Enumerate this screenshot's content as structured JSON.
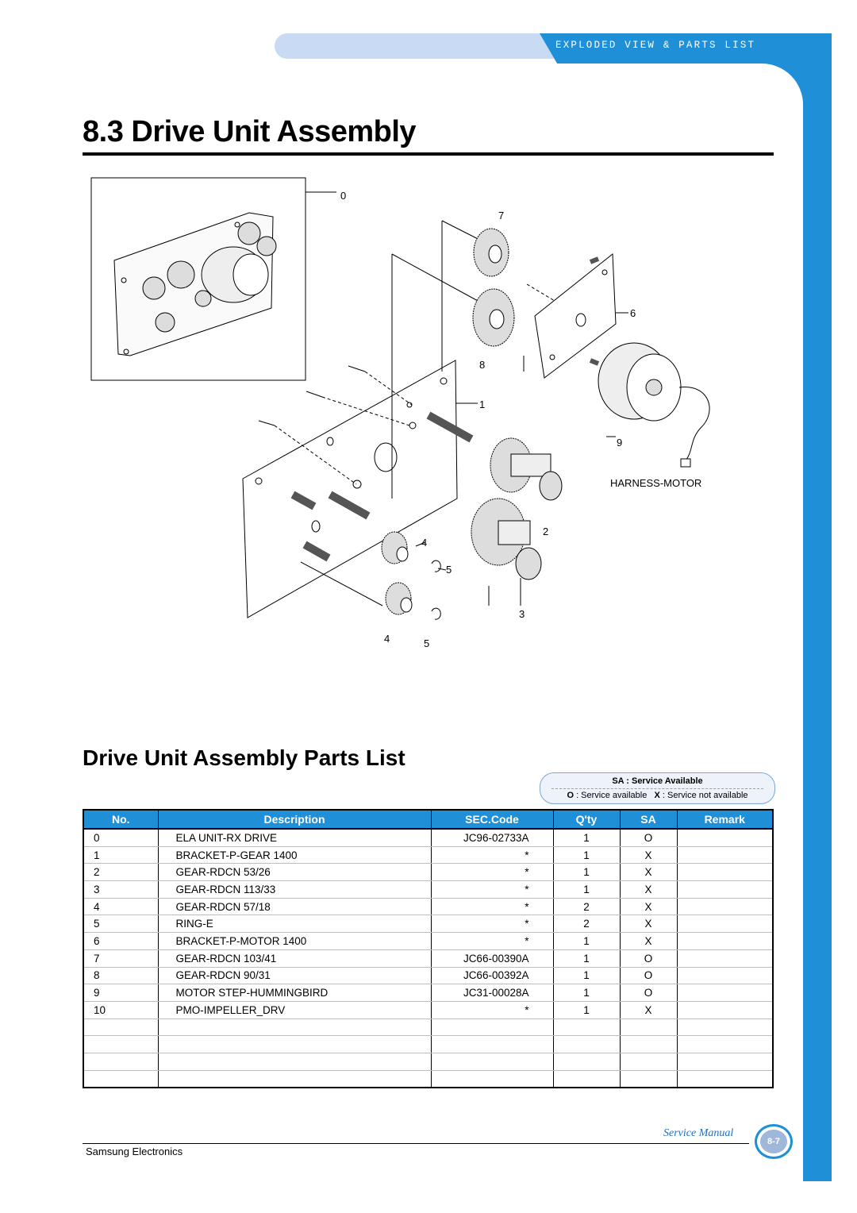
{
  "header": {
    "section_tag": "EXPLODED VIEW & PARTS LIST"
  },
  "title": "8.3 Drive Unit Assembly",
  "diagram": {
    "callouts": [
      "0",
      "7",
      "6",
      "8",
      "1",
      "9",
      "HARNESS-MOTOR",
      "2",
      "4",
      "5",
      "3",
      "4",
      "5"
    ]
  },
  "parts_heading": "Drive Unit Assembly Parts List",
  "legend": {
    "title": "SA : Service Available",
    "o_key": "O",
    "o_text": ": Service available",
    "x_key": "X",
    "x_text": ": Service not available"
  },
  "table": {
    "headers": [
      "No.",
      "Description",
      "SEC.Code",
      "Q'ty",
      "SA",
      "Remark"
    ],
    "rows": [
      [
        "0",
        "ELA UNIT-RX DRIVE",
        "JC96-02733A",
        "1",
        "O",
        ""
      ],
      [
        "1",
        "BRACKET-P-GEAR 1400",
        "*",
        "1",
        "X",
        ""
      ],
      [
        "2",
        "GEAR-RDCN 53/26",
        "*",
        "1",
        "X",
        ""
      ],
      [
        "3",
        "GEAR-RDCN 113/33",
        "*",
        "1",
        "X",
        ""
      ],
      [
        "4",
        "GEAR-RDCN 57/18",
        "*",
        "2",
        "X",
        ""
      ],
      [
        "5",
        "RING-E",
        "*",
        "2",
        "X",
        ""
      ],
      [
        "6",
        "BRACKET-P-MOTOR 1400",
        "*",
        "1",
        "X",
        ""
      ],
      [
        "7",
        "GEAR-RDCN 103/41",
        "JC66-00390A",
        "1",
        "O",
        ""
      ],
      [
        "8",
        "GEAR-RDCN 90/31",
        "JC66-00392A",
        "1",
        "O",
        ""
      ],
      [
        "9",
        "MOTOR STEP-HUMMINGBIRD",
        "JC31-00028A",
        "1",
        "O",
        ""
      ],
      [
        "10",
        "PMO-IMPELLER_DRV",
        "*",
        "1",
        "X",
        ""
      ],
      [
        "",
        "",
        "",
        "",
        "",
        ""
      ],
      [
        "",
        "",
        "",
        "",
        "",
        ""
      ],
      [
        "",
        "",
        "",
        "",
        "",
        ""
      ],
      [
        "",
        "",
        "",
        "",
        "",
        ""
      ]
    ]
  },
  "footer": {
    "company": "Samsung Electronics",
    "manual": "Service Manual",
    "page": "8-7"
  }
}
